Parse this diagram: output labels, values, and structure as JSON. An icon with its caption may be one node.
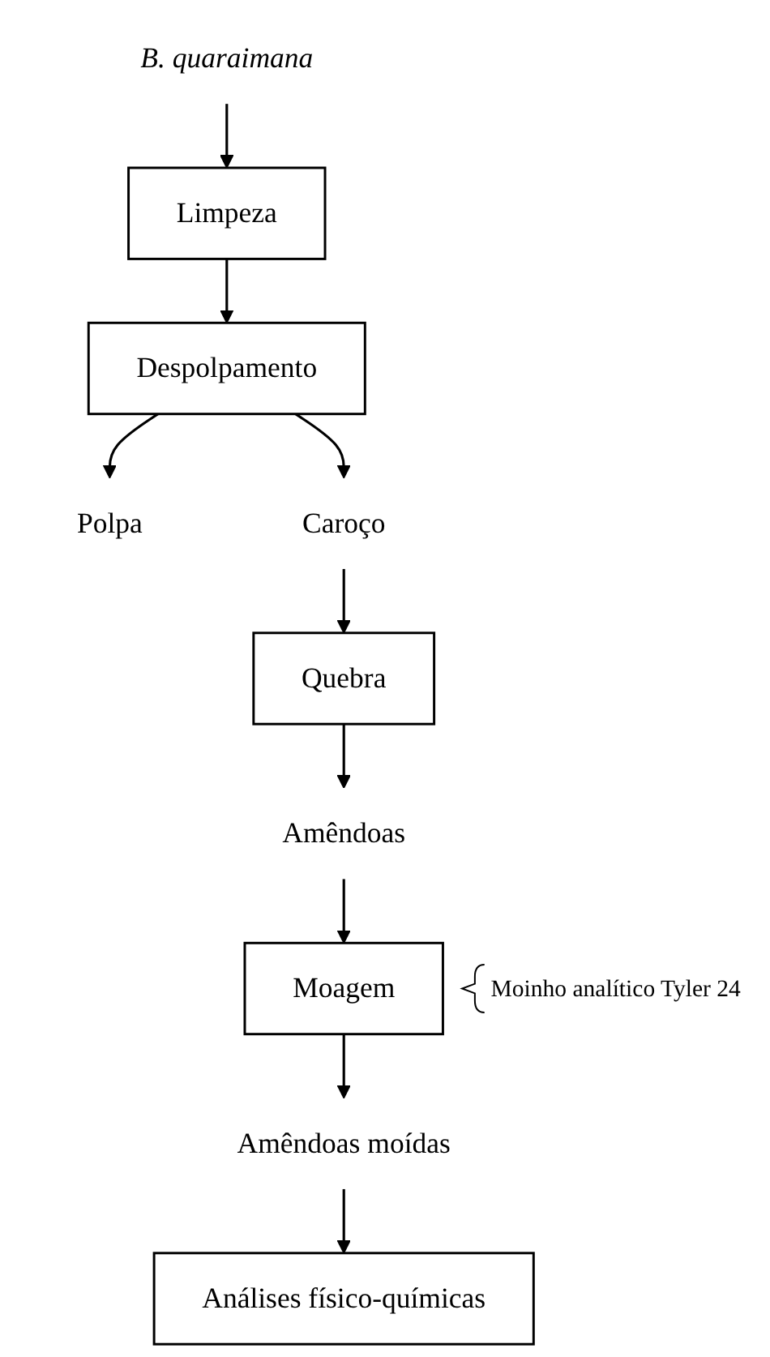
{
  "diagram": {
    "nodes": [
      {
        "text": [
          "B. quaraimana"
        ]
      },
      {
        "text": [
          "Limpeza"
        ]
      },
      {
        "text": [
          "Despolpamento"
        ]
      },
      {
        "text": [
          "Polpa"
        ]
      },
      {
        "text": [
          "Caroço"
        ]
      },
      {
        "text": [
          "Quebra"
        ]
      },
      {
        "text": [
          "Amêndoas"
        ]
      },
      {
        "text": [
          "Moagem"
        ],
        "beside": [
          "Moinho analítico Tyler 24"
        ]
      },
      {
        "text": [
          "Amêndoas moídas"
        ]
      },
      {
        "text": [
          "Análises físico-químicas"
        ]
      }
    ],
    "edges": [
      {
        "from": 0,
        "to": 1,
        "arrow": "to"
      },
      {
        "from": 1,
        "to": 2,
        "arrow": "to"
      },
      {
        "from": 2,
        "to": 3,
        "arrow": "to"
      },
      {
        "from": 2,
        "to": 4,
        "arrow": "to"
      },
      {
        "from": 4,
        "to": 5,
        "arrow": "to"
      },
      {
        "from": 5,
        "to": 6,
        "arrow": "to"
      },
      {
        "from": 6,
        "to": 7,
        "arrow": "to"
      },
      {
        "from": 7,
        "to": 8,
        "arrow": "to"
      },
      {
        "from": 8,
        "to": 9,
        "arrow": "to"
      }
    ]
  }
}
